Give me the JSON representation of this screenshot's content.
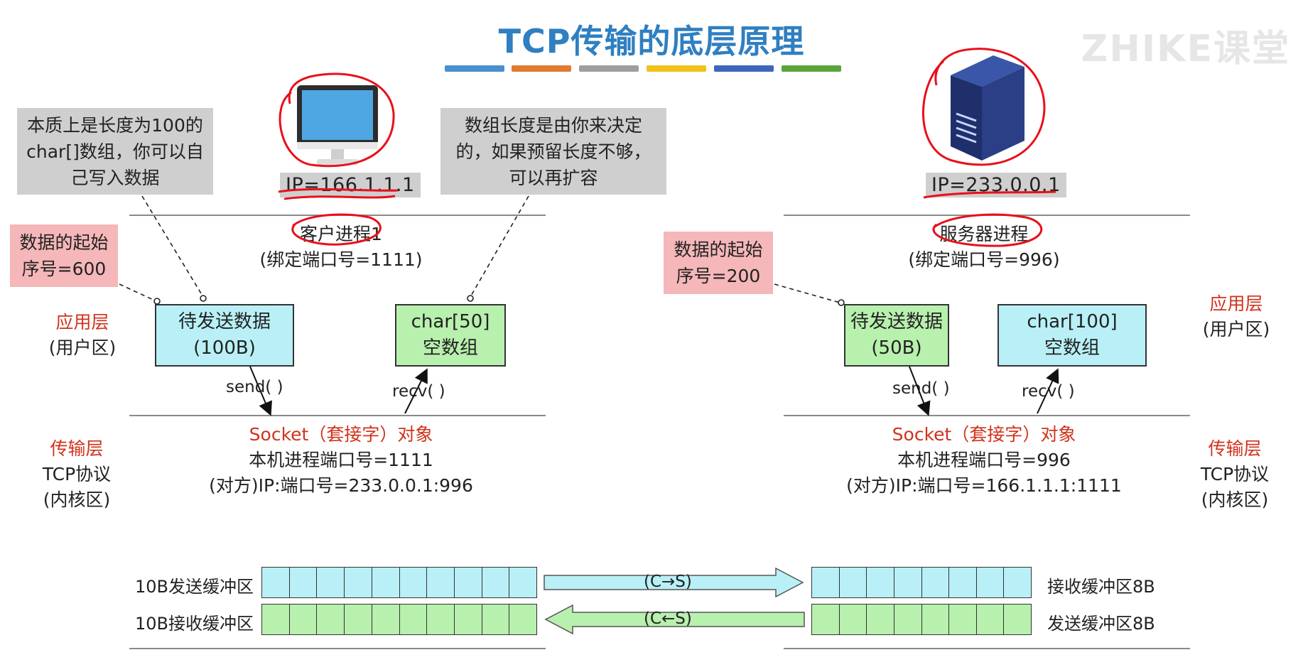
{
  "title": "TCP传输的底层原理",
  "title_bar_colors": [
    "#4a8fd0",
    "#e07b2f",
    "#9e9e9e",
    "#f2c21b",
    "#3d66b8",
    "#5aa43e"
  ],
  "watermark": {
    "main": "ZHIKE课堂",
    "sub": ""
  },
  "client": {
    "ip": "IP=166.1.1.1",
    "process": "客户进程1",
    "port_bind": "(绑定端口号=1111)",
    "callout_left": [
      "本质上是长度为100的",
      "char[]数组，你可以自",
      "己写入数据"
    ],
    "callout_right": [
      "数组长度是由你来决定",
      "的，如果预留长度不够，",
      "可以再扩容"
    ],
    "start_seq": [
      "数据的起始",
      "序号=600"
    ],
    "send_box": [
      "待发送数据",
      "(100B)"
    ],
    "recv_box": [
      "char[50]",
      "空数组"
    ],
    "send_fn": "send( )",
    "recv_fn": "recv( )",
    "socket_title": "Socket（套接字）对象",
    "socket_line1": "本机进程端口号=1111",
    "socket_line2": "(对方)IP:端口号=233.0.0.1:996",
    "send_buffer_label": "10B发送缓冲区",
    "recv_buffer_label": "10B接收缓冲区",
    "send_buffer_cells": 10,
    "recv_buffer_cells": 10
  },
  "server": {
    "ip": "IP=233.0.0.1",
    "process": "服务器进程",
    "port_bind": "(绑定端口号=996)",
    "start_seq": [
      "数据的起始",
      "序号=200"
    ],
    "send_box": [
      "待发送数据",
      "(50B)"
    ],
    "recv_box": [
      "char[100]",
      "空数组"
    ],
    "send_fn": "send( )",
    "recv_fn": "recv( )",
    "socket_title": "Socket（套接字）对象",
    "socket_line1": "本机进程端口号=996",
    "socket_line2": "(对方)IP:端口号=166.1.1.1:1111",
    "recv_buffer_label": "接收缓冲区8B",
    "send_buffer_label": "发送缓冲区8B",
    "recv_buffer_cells": 8,
    "send_buffer_cells": 8
  },
  "layers": {
    "app_left": [
      "应用层",
      "(用户区)"
    ],
    "app_right": [
      "应用层",
      "(用户区)"
    ],
    "transport_left": [
      "传输层",
      "TCP协议",
      "(内核区)"
    ],
    "transport_right": [
      "传输层",
      "TCP协议",
      "(内核区)"
    ]
  },
  "arrows": {
    "c_to_s": "(C→S)",
    "s_to_c": "(C←S)"
  },
  "colors": {
    "title": "#2f7fc1",
    "red_label": "#d0321c",
    "cyan_fill": "#b9f0f7",
    "green_fill": "#b8f0ae",
    "pink_fill": "#f5b7b9",
    "callout_fill": "#cfcfcf",
    "annotation_red": "#e8101a"
  }
}
